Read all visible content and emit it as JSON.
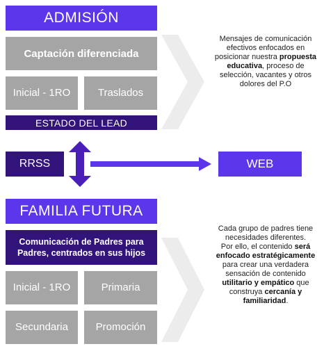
{
  "admision": {
    "title": "ADMISIÓN",
    "captacion": "Captación diferenciada",
    "inicial": "Inicial - 1RO",
    "traslados": "Traslados",
    "estado": "ESTADO DEL LEAD",
    "description": {
      "p1": "Mensajes de comunicación efectivos enfocados en posicionar nuestra ",
      "b1": "propuesta educativa",
      "p2": ", proceso de selección, vacantes y otros dolores del P.O"
    }
  },
  "middle": {
    "rrss": "RRSS",
    "web": "WEB"
  },
  "familia": {
    "title": "FAMILIA FUTURA",
    "comunicacion": "Comunicación de Padres para Padres, centrados en sus hijos",
    "inicial": "Inicial - 1RO",
    "primaria": "Primaria",
    "secundaria": "Secundaria",
    "promocion": "Promoción",
    "description": {
      "p1": "Cada grupo de padres tiene necesidades diferentes.",
      "p2": "Por ello, el contenido ",
      "b1": "será enfocado estratégicamente",
      "p3": " para crear una verdadera sensación de contenido ",
      "b2": "utilitario y empático",
      "p4": " que construya ",
      "b3": "cercanía y familiaridad",
      "p5": "."
    }
  },
  "colors": {
    "purple": "#5b36ea",
    "dark_purple": "#32137a",
    "gray": "#a5a5a5",
    "chevron": "#ececec"
  }
}
